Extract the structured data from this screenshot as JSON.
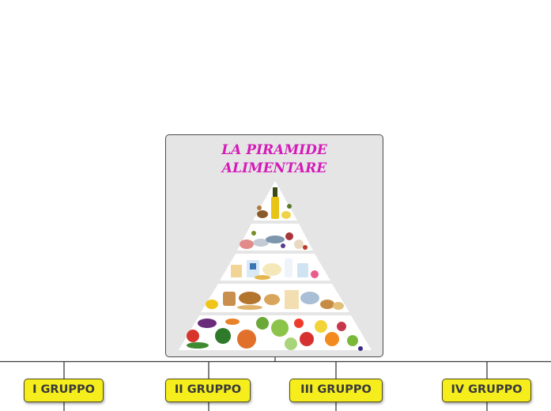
{
  "root": {
    "title": "LA PIRAMIDE\nALIMENTARE",
    "image": "food-pyramid-illustration"
  },
  "groups": [
    {
      "label": "I GRUPPO"
    },
    {
      "label": "II GRUPPO"
    },
    {
      "label": "III GRUPPO"
    },
    {
      "label": "IV GRUPPO"
    }
  ],
  "colors": {
    "title": "#d41ab8",
    "node_fill": "#f5ee1c",
    "node_border": "#4d4a1a",
    "root_fill": "#e5e5e5",
    "line": "#3a3a3a"
  }
}
